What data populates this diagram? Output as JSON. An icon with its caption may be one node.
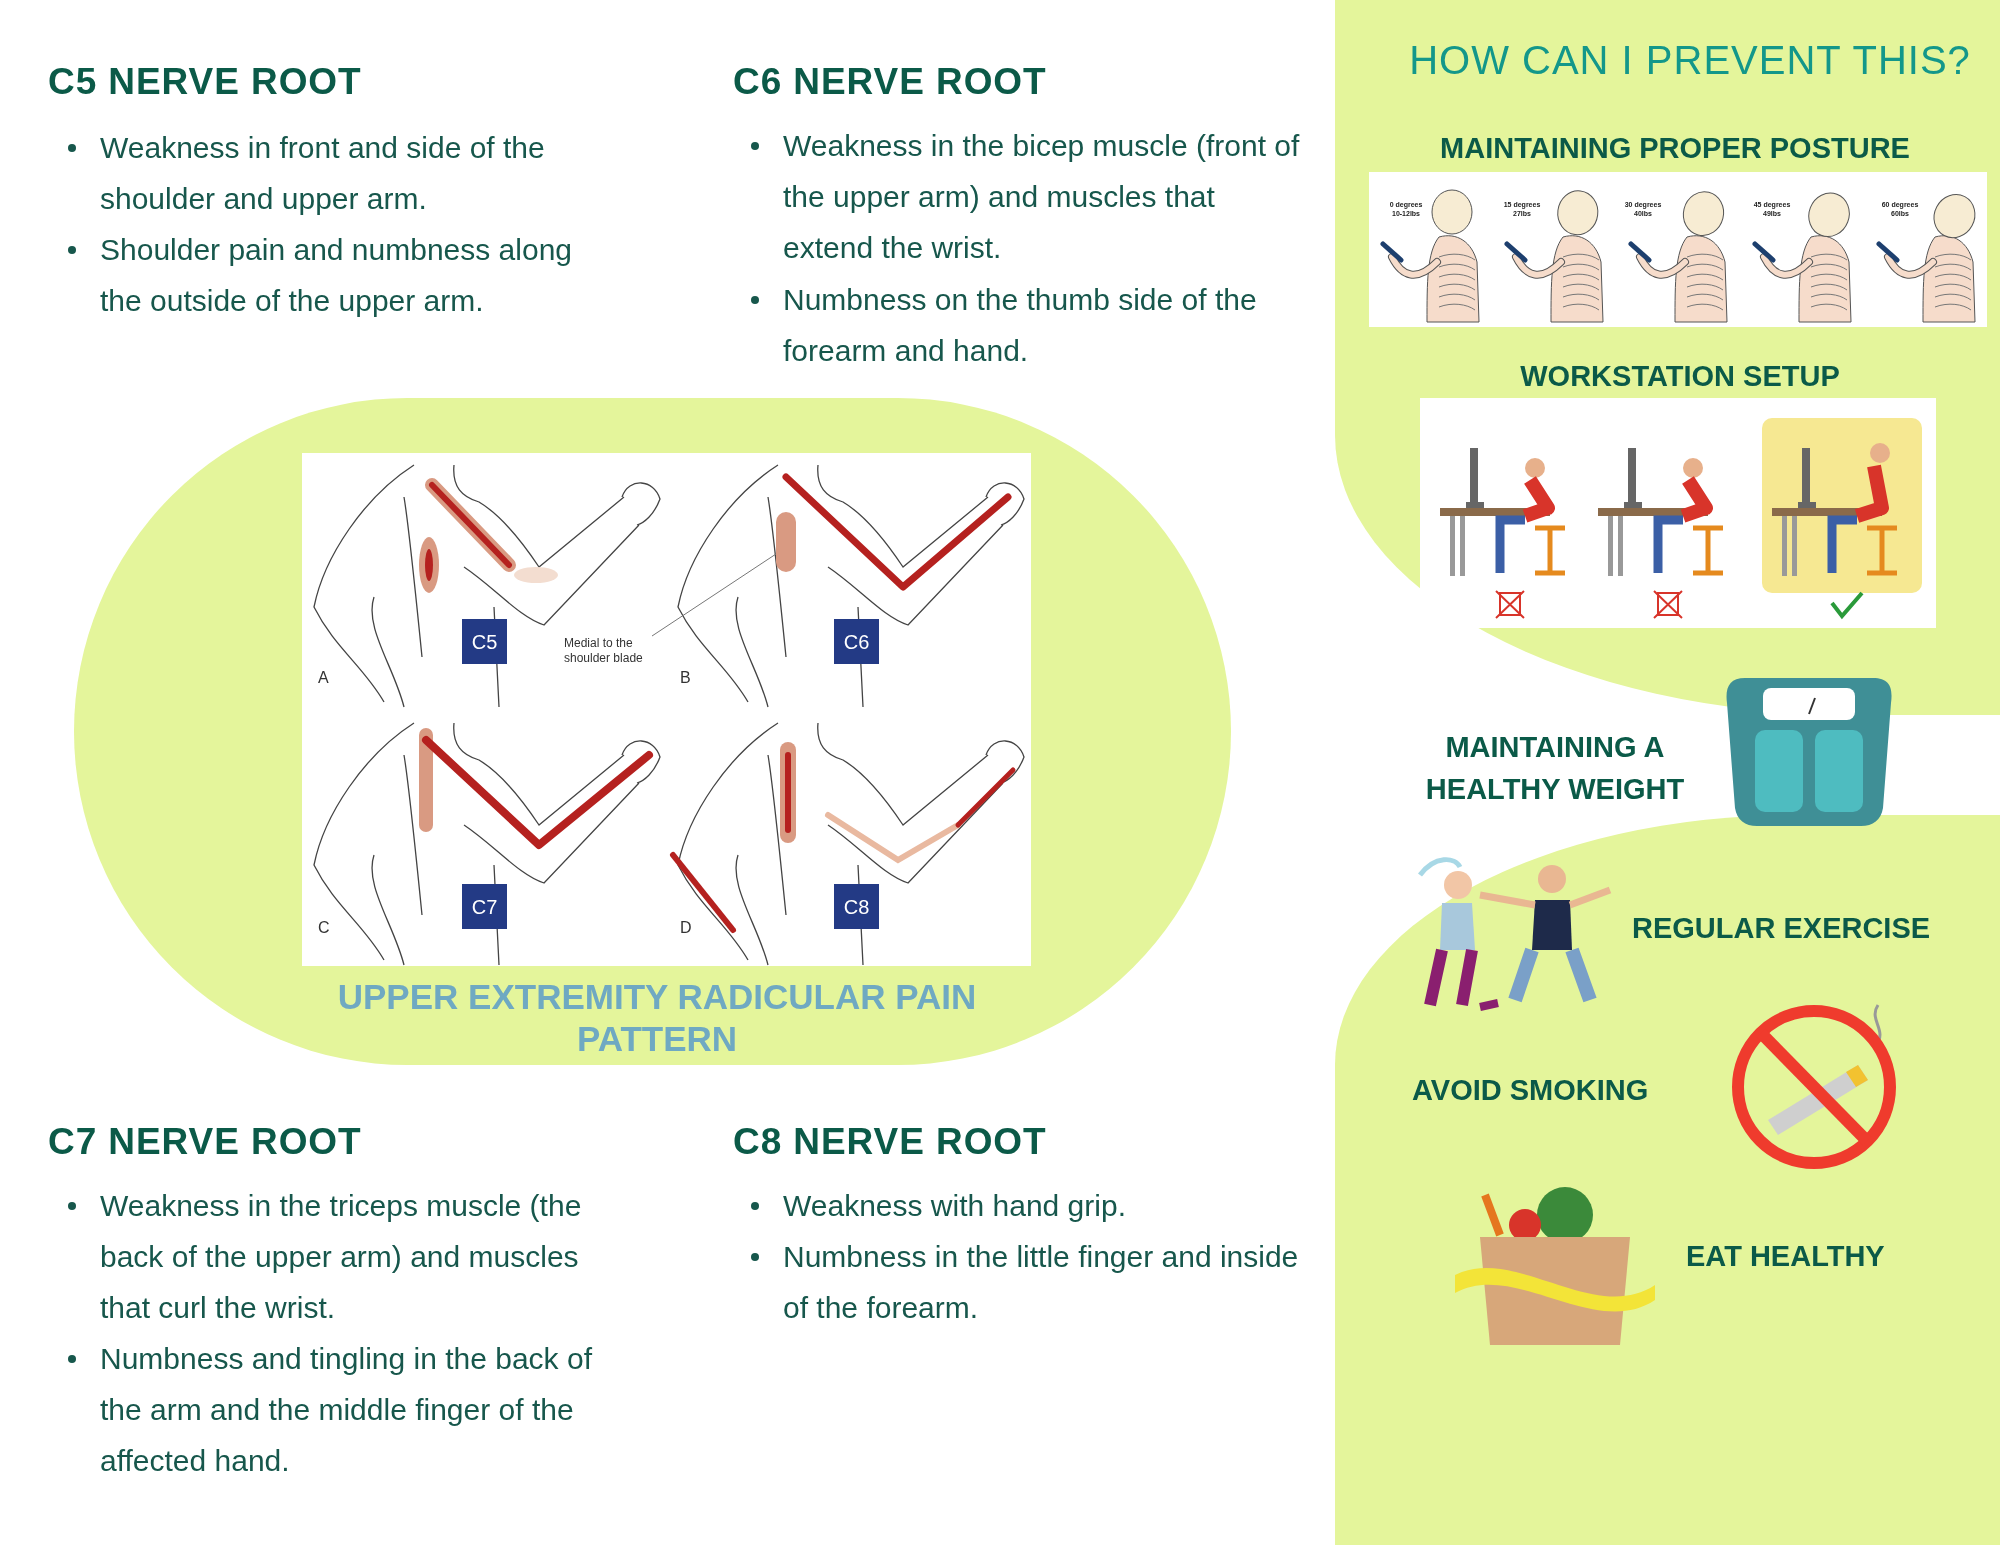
{
  "diagram": {
    "nodes": [
      {
        "text": [
          "UPPER EXTREMITY RADICULAR PAIN PATTERN"
        ]
      },
      {
        "text": [
          "C5"
        ],
        "in": 0
      },
      {
        "text": [
          "C6"
        ],
        "in": 0
      },
      {
        "text": [
          "C7"
        ],
        "in": 0
      },
      {
        "text": [
          "C8"
        ],
        "in": 0
      },
      {
        "text": [
          "Medial to the shoulder blade"
        ],
        "in": 0
      },
      {
        "text": [],
        "shape": "ellipse",
        "in": 0
      }
    ],
    "edges": [
      {
        "from": 5,
        "to": 6,
        "arrow": "none"
      }
    ],
    "labels": [
      "C5 NERVE ROOT",
      "Weakness in front and side of the shoulder and upper arm.",
      "Shoulder pain and numbness along the outside of the upper arm.",
      "C6 NERVE ROOT",
      "Weakness in the bicep muscle (front of the upper arm) and muscles that extend the wrist.",
      "Numbness on the thumb side of the forearm and hand.",
      "A",
      "B",
      "C",
      "D",
      "C7 NERVE ROOT",
      "Weakness in the triceps muscle (the back of the upper arm) and muscles that curl the wrist.",
      "Numbness and tingling in the back of the arm and the middle finger of the affected hand.",
      "C8 NERVE ROOT",
      "Weakness with hand grip.",
      "Numbness in the little finger and inside of the forearm.",
      "HOW CAN I PREVENT THIS?",
      "MAINTAINING PROPER POSTURE",
      "0 degrees",
      "10-12lbs",
      "15 degrees",
      "27lbs",
      "30 degrees",
      "40lbs",
      "45 degrees",
      "49lbs",
      "60 degrees",
      "60lbs",
      "WORKSTATION SETUP",
      "MAINTAINING A HEALTHY WEIGHT",
      "REGULAR EXERCISE",
      "AVOID SMOKING",
      "EAT HEALTHY"
    ]
  }
}
